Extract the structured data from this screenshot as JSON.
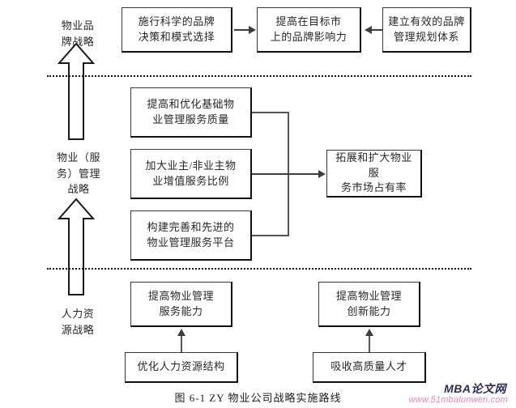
{
  "figure": {
    "caption": "图 6-1  ZY 物业公司战略实施路线",
    "accent_box_border": "#3a3a3a",
    "accent_connector": "#3d3d3d"
  },
  "sections": [
    {
      "id": "brand",
      "label": "物业品\n牌战略"
    },
    {
      "id": "service",
      "label": "物业（服\n务）管理\n战略"
    },
    {
      "id": "hr",
      "label": "人力资\n源战略"
    }
  ],
  "boxes": {
    "brand_policy": "施行科学的品牌\n决策和模式选择",
    "brand_influence": "提高在目标市\n上的品牌影响力",
    "brand_system": "建立有效的品牌\n管理规划体系",
    "service_quality": "提高和优化基础物\n业管理服务质量",
    "service_value": "加大业主/非业主物\n业增值服务比例",
    "service_platform": "构建完善和先进的\n物业管理服务平台",
    "market_share": "拓展和扩大物业服\n务市场占有率",
    "hr_ability": "提高物业管理\n服务能力",
    "hr_innovation": "提高物业管理\n创新能力",
    "hr_structure": "优化人力资源结构",
    "hr_talent": "吸收高质量人才"
  },
  "watermark": {
    "title": "MBA论文网",
    "url": "www.51mbalunwen.com"
  }
}
